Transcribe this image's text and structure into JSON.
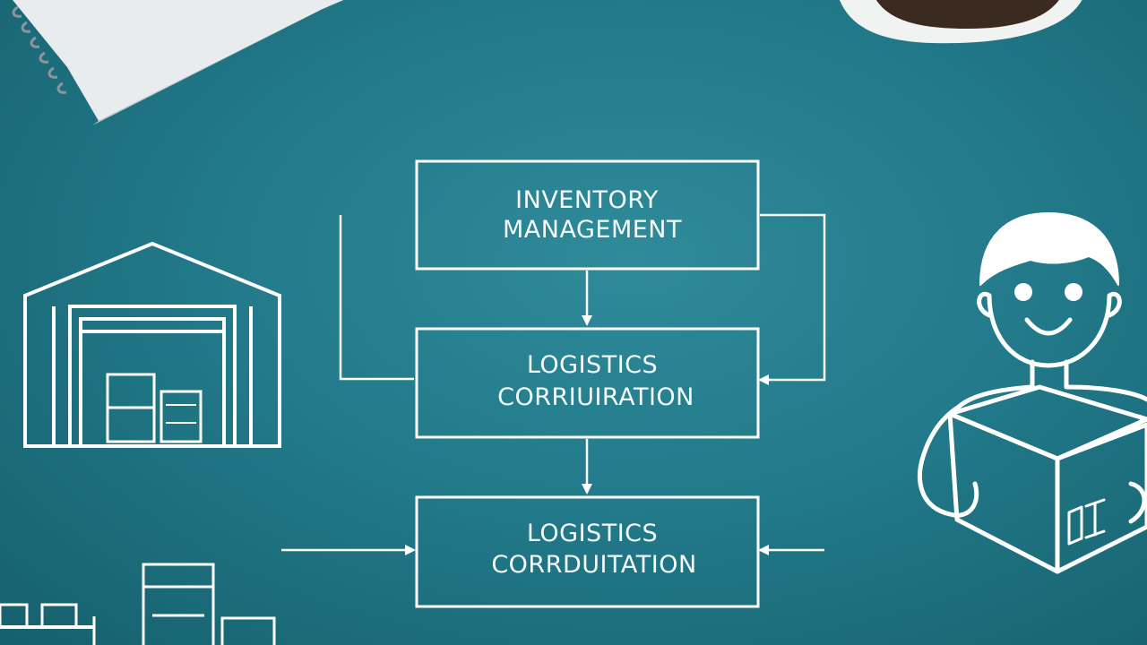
{
  "diagram": {
    "boxes": [
      {
        "line1": "INVENTORY",
        "line2": "MANAGEMENT"
      },
      {
        "line1": "LOGISTICS",
        "line2": "CORRIUIRATION"
      },
      {
        "line1": "LOGISTICS",
        "line2": "CORRDUITATION"
      }
    ]
  },
  "colors": {
    "background": "#227a8a",
    "line": "#ffffff"
  }
}
